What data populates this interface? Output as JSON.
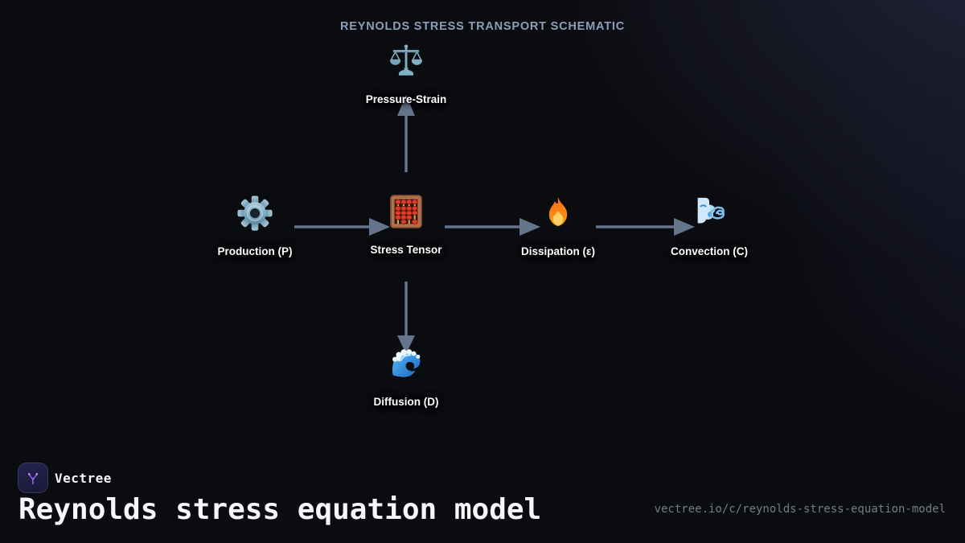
{
  "diagram": {
    "title": "REYNOLDS STRESS TRANSPORT SCHEMATIC",
    "nodes": [
      {
        "id": "pressure-strain",
        "label": "Pressure-Strain",
        "icon": "balance-scale-icon"
      },
      {
        "id": "production",
        "label": "Production (P)",
        "icon": "gear-icon"
      },
      {
        "id": "stress-tensor",
        "label": "Stress Tensor",
        "icon": "abacus-icon"
      },
      {
        "id": "dissipation",
        "label": "Dissipation (ε)",
        "icon": "fire-icon"
      },
      {
        "id": "convection",
        "label": "Convection (C)",
        "icon": "wind-face-icon"
      },
      {
        "id": "diffusion",
        "label": "Diffusion (D)",
        "icon": "wave-icon"
      }
    ],
    "edges": [
      {
        "from": "production",
        "to": "stress-tensor"
      },
      {
        "from": "stress-tensor",
        "to": "dissipation"
      },
      {
        "from": "dissipation",
        "to": "convection"
      },
      {
        "from": "stress-tensor",
        "to": "pressure-strain"
      },
      {
        "from": "stress-tensor",
        "to": "diffusion"
      }
    ],
    "colors": {
      "arrow": "#64748b",
      "title": "#8b9fb8",
      "label": "#ffffff"
    }
  },
  "footer": {
    "brand": "Vectree",
    "logo_icon": "vectree-logo",
    "title": "Reynolds stress equation model",
    "url": "vectree.io/c/reynolds-stress-equation-model",
    "accent": "#8b5cf6"
  },
  "background": {
    "base": "#0b0c10",
    "glow": "#212339"
  }
}
